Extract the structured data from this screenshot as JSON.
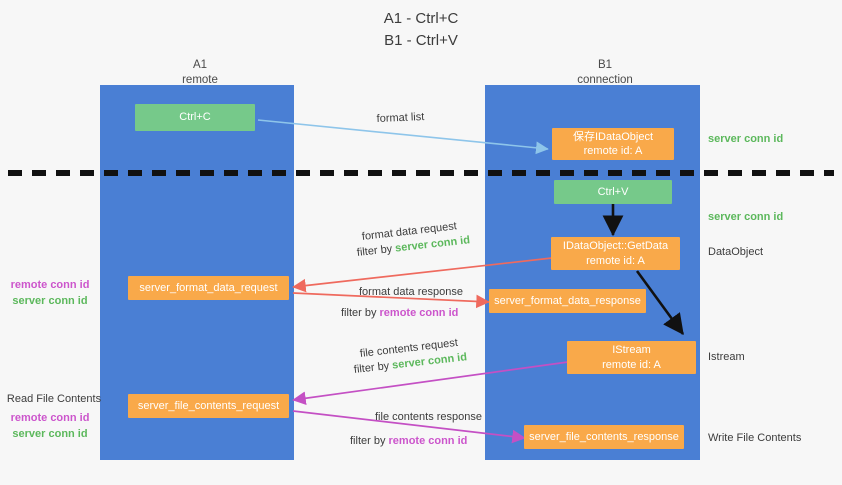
{
  "title": {
    "line1": "A1 - Ctrl+C",
    "line2": "B1 - Ctrl+V"
  },
  "columns": [
    {
      "name": "A1",
      "sub": "remote"
    },
    {
      "name": "B1",
      "sub": "connection"
    }
  ],
  "boxes": {
    "ctrl_c": "Ctrl+C",
    "ctrl_v": "Ctrl+V",
    "idataobject_title": "保存IDataObject",
    "idataobject_sub": "remote id: A",
    "getdata_title": "IDataObject::GetData",
    "getdata_sub": "remote id: A",
    "istream_title": "IStream",
    "istream_sub": "remote id: A",
    "server_format_data_request": "server_format_data_request",
    "server_format_data_response": "server_format_data_response",
    "server_file_contents_request": "server_file_contents_request",
    "server_file_contents_response": "server_file_contents_response"
  },
  "edge_labels": {
    "format_list": "format list",
    "format_data_request": "format data request",
    "format_data_request_filter_prefix": "filter by ",
    "format_data_request_filter_key": "server conn id",
    "format_data_response": "format data response",
    "format_data_response_filter_prefix": "filter by ",
    "format_data_response_filter_key": "remote conn id",
    "file_contents_request": "file contents request",
    "file_contents_request_filter_prefix": "filter by ",
    "file_contents_request_filter_key": "server conn id",
    "file_contents_response": "file contents response",
    "file_contents_response_filter_prefix": "filter by ",
    "file_contents_response_filter_key": "remote conn id"
  },
  "right_annotations": {
    "server_conn_id_top": "server conn id",
    "server_conn_id_mid": "server conn id",
    "dataobject": "DataObject",
    "istream": "Istream",
    "write_file_contents": "Write File Contents"
  },
  "left_annotations": {
    "remote_conn_id_1": "remote conn id",
    "server_conn_id_1": "server conn id",
    "read_file_contents": "Read File Contents",
    "remote_conn_id_2": "remote conn id",
    "server_conn_id_2": "server conn id"
  },
  "colors": {
    "lane": "#4a7fd4",
    "orange": "#f9a94a",
    "green_box": "#76c98a",
    "green_text": "#5cb85c",
    "purple_text": "#cc55cc",
    "red_arrow": "#ef6a5e",
    "blue_arrow": "#8ec5ea",
    "magenta_arrow": "#c450c4",
    "black_arrow": "#111111",
    "divider": "#111111"
  }
}
